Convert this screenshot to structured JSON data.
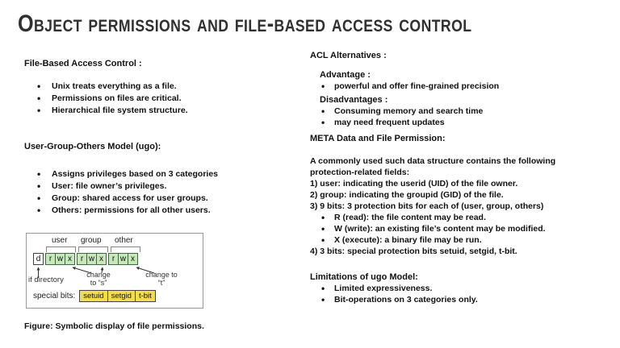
{
  "title": "Object permissions and file-based access control",
  "left": {
    "file_based": {
      "heading": "File-Based Access Control :",
      "bullets": [
        "Unix treats everything as a file.",
        "Permissions on files are critical.",
        "Hierarchical file system structure."
      ]
    },
    "ugo": {
      "heading": "User-Group-Others Model (ugo):",
      "bullets": [
        "Assigns privileges based on 3 categories",
        "User: file owner’s privileges.",
        "Group: shared access for user groups.",
        "Others: permissions for all other users."
      ]
    },
    "figure": {
      "labels": [
        "user",
        "group",
        "other"
      ],
      "bits": [
        "d",
        "r",
        "w",
        "x",
        "r",
        "w",
        "x",
        "r",
        "w",
        "x"
      ],
      "if_directory": "if directory",
      "change_s": "change to “s”",
      "change_t": "change to “t”",
      "special_label": "special bits:",
      "special_bits": [
        "setuid",
        "setgid",
        "t-bit"
      ],
      "caption": "Figure: Symbolic display of file permissions."
    }
  },
  "right": {
    "acl": {
      "heading": "ACL Alternatives :",
      "advantage_heading": "Advantage :",
      "advantage_bullets": [
        "powerful and offer fine-grained precision"
      ],
      "disadvantages_heading": "Disadvantages :",
      "disadvantage_bullets": [
        "Consuming memory and search time",
        "may need frequent updates"
      ]
    },
    "meta": {
      "heading": "META Data and File Permission:",
      "intro": "A commonly used such data structure contains the following protection-related fields:",
      "field1": "1) user: indicating the userid (UID) of the file owner.",
      "field2": "2) group: indicating the groupid (GID) of the file.",
      "field3": "3) 9 bits: 3 protection bits for each of (user, group, others)",
      "bit_bullets": [
        "R (read): the file content may be read.",
        "W (write): an existing file’s content may be modified.",
        "X (execute): a binary file may be run."
      ],
      "field4": "4) 3 bits: special protection bits setuid, setgid, t-bit."
    },
    "limitations": {
      "heading": "Limitations of ugo Model:",
      "bullets": [
        "Limited expressiveness.",
        "Bit-operations on 3 categories only."
      ]
    }
  }
}
